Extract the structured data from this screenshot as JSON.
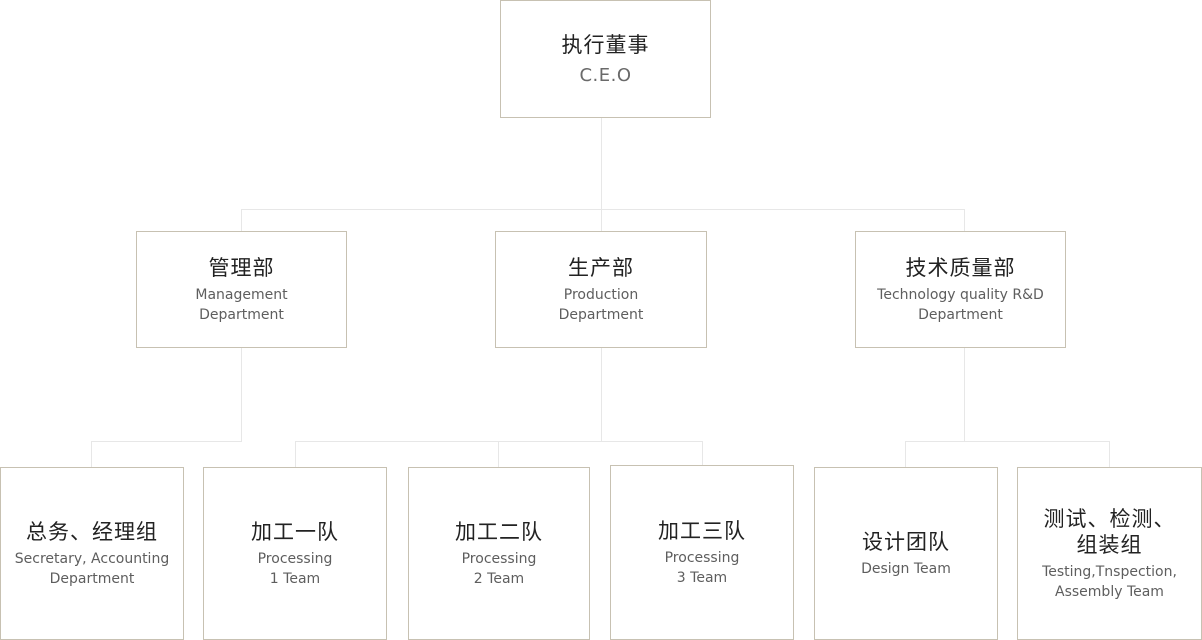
{
  "ceo": {
    "title_zh": "执行董事",
    "title_en": "C.E.O"
  },
  "departments": [
    {
      "title_zh": "管理部",
      "title_en": "Management\nDepartment"
    },
    {
      "title_zh": "生产部",
      "title_en": "Production\nDepartment"
    },
    {
      "title_zh": "技术质量部",
      "title_en": "Technology quality R&D\nDepartment"
    }
  ],
  "teams": [
    {
      "title_zh": "总务、经理组",
      "title_en": "Secretary, Accounting\nDepartment"
    },
    {
      "title_zh": "加工一队",
      "title_en": "Processing\n1 Team"
    },
    {
      "title_zh": "加工二队",
      "title_en": "Processing\n2 Team"
    },
    {
      "title_zh": "加工三队",
      "title_en": "Processing\n3 Team"
    },
    {
      "title_zh": "设计团队",
      "title_en": "Design Team"
    },
    {
      "title_zh": "测试、检测、\n组装组",
      "title_en": "Testing,Tnspection,\nAssembly Team"
    }
  ]
}
